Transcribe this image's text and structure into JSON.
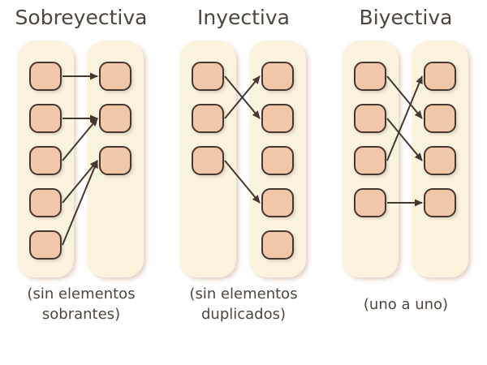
{
  "colors": {
    "background": "#ffffff",
    "column_fill": "#faf3dd",
    "item_fill": "#f1c8aa",
    "item_border": "#453831",
    "arrow": "#453831",
    "text": "#4f453e",
    "shadow": "rgba(203,180,163,0.55)"
  },
  "panels": [
    {
      "title": "Sobreyectiva",
      "caption": "(sin elementos\nsobrantes)",
      "left_count": 5,
      "right_count": 3,
      "mappings": [
        [
          1,
          1
        ],
        [
          2,
          2
        ],
        [
          3,
          2
        ],
        [
          4,
          3
        ],
        [
          5,
          3
        ]
      ]
    },
    {
      "title": "Inyectiva",
      "caption": "(sin elementos\nduplicados)",
      "left_count": 3,
      "right_count": 5,
      "mappings": [
        [
          1,
          2
        ],
        [
          2,
          1
        ],
        [
          3,
          4
        ]
      ]
    },
    {
      "title": "Biyectiva",
      "caption": "(uno a uno)",
      "left_count": 4,
      "right_count": 4,
      "mappings": [
        [
          1,
          2
        ],
        [
          2,
          3
        ],
        [
          3,
          1
        ],
        [
          4,
          4
        ]
      ]
    }
  ]
}
